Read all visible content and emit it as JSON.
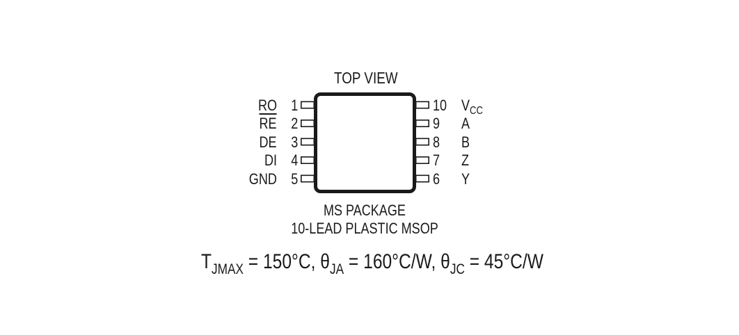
{
  "diagram": {
    "title": "TOP VIEW",
    "package_name": "MS PACKAGE",
    "package_description": "10-LEAD PLASTIC MSOP",
    "colors": {
      "outline": "#1a1a1a",
      "background": "#ffffff",
      "text": "#1a1a1a"
    },
    "left_pins": [
      {
        "number": "1",
        "name": "RO",
        "active_low": false
      },
      {
        "number": "2",
        "name": "RE",
        "active_low": true
      },
      {
        "number": "3",
        "name": "DE",
        "active_low": false
      },
      {
        "number": "4",
        "name": "DI",
        "active_low": false
      },
      {
        "number": "5",
        "name": "GND",
        "active_low": false
      }
    ],
    "right_pins": [
      {
        "number": "10",
        "name": "V",
        "subscript": "CC"
      },
      {
        "number": "9",
        "name": "A",
        "subscript": ""
      },
      {
        "number": "8",
        "name": "B",
        "subscript": ""
      },
      {
        "number": "7",
        "name": "Z",
        "subscript": ""
      },
      {
        "number": "6",
        "name": "Y",
        "subscript": ""
      }
    ],
    "thermal": {
      "tjmax_symbol": "T",
      "tjmax_sub": "JMAX",
      "tjmax_value": " = 150°C, ",
      "theta_ja_symbol": "θ",
      "theta_ja_sub": "JA",
      "theta_ja_value": " = 160°C/W, ",
      "theta_jc_symbol": "θ",
      "theta_jc_sub": "JC",
      "theta_jc_value": " = 45°C/W"
    }
  }
}
